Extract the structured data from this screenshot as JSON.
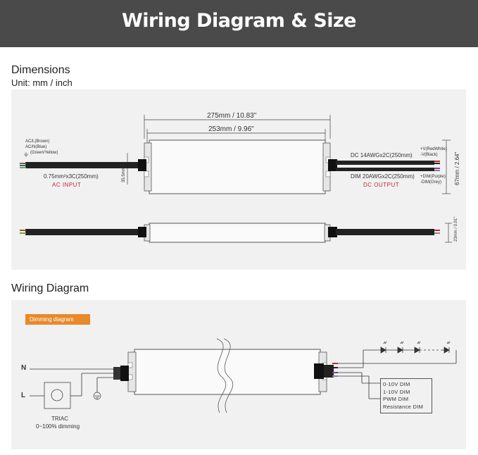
{
  "banner": {
    "title": "Wiring Diagram & Size"
  },
  "dimensions": {
    "title": "Dimensions",
    "unit": "Unit: mm / inch",
    "length_total": "275mm / 10.83\"",
    "length_body": "253mm / 9.96\"",
    "ac_wires": [
      "AC/L(Brown)",
      "AC/N(Blue)",
      "(Green/Yellow)"
    ],
    "ac_cable": "0.75mm²x3C(250mm)",
    "ac_input": "AC INPUT",
    "dc_cable": "DC   14AWGx2C(250mm)",
    "dim_cable": "DIM   20AWGx2C(250mm)",
    "dc_output": "DC OUTPUT",
    "dc_wires": [
      "+V(RedWhite)",
      "-V(Black)"
    ],
    "dim_wires": [
      "+DIM(Purple)",
      "-DIM(Grey)"
    ],
    "width": "67mm / 2.64\"",
    "height": "23mm / 0.91\"",
    "mount": "35.5mm"
  },
  "wiring": {
    "title": "Wiring Diagram",
    "badge": "Dimming diagram",
    "n_label": "N",
    "l_label": "L",
    "triac": "TRIAC",
    "triac_range": "0~100% dimming",
    "dim_modes": [
      "0-10V DIM",
      "1-10V DIM",
      "PWM DIM",
      "Resistance DIM"
    ]
  },
  "colors": {
    "banner": "#4a4a4a",
    "badge": "#e8892a",
    "accent_red": "#c0272d",
    "panel": "#f1f1f1"
  }
}
